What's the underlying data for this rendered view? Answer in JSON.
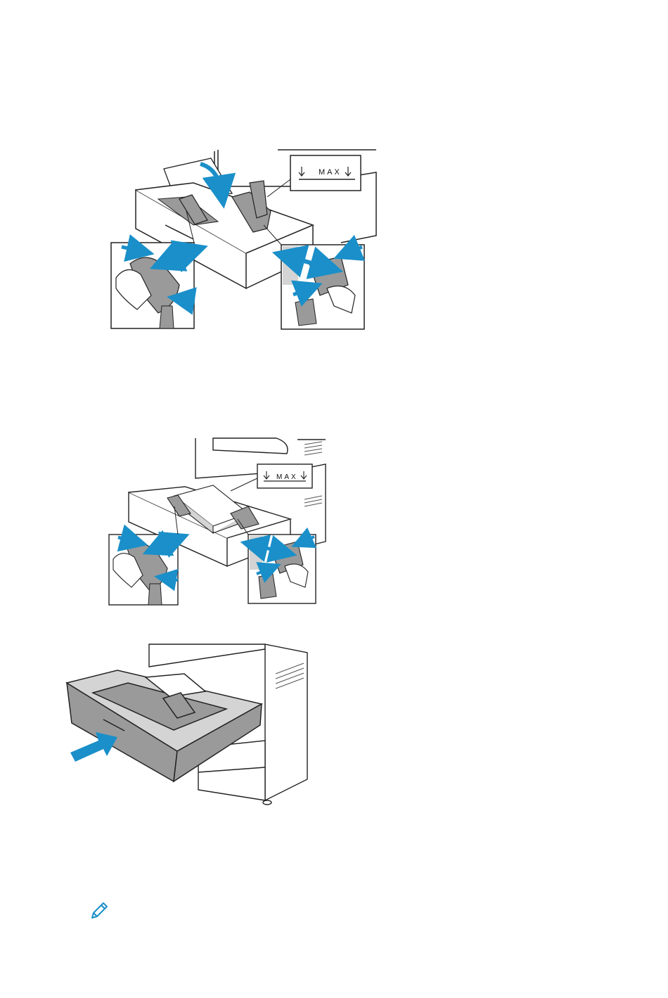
{
  "figures": [
    {
      "id": "adjust-guides",
      "callout_label": "MAX",
      "arrow_color": "#1a8fc9"
    },
    {
      "id": "load-paper",
      "callout_label": "MAX",
      "arrow_color": "#1a8fc9"
    },
    {
      "id": "close-tray",
      "arrow_color": "#1a8fc9"
    }
  ],
  "note": {
    "icon": "pencil-icon",
    "color": "#1a8fc9"
  },
  "colors": {
    "accent": "#1a8fc9",
    "line": "#222222",
    "gray": "#9a9a9a",
    "light_gray": "#d4d4d4"
  }
}
